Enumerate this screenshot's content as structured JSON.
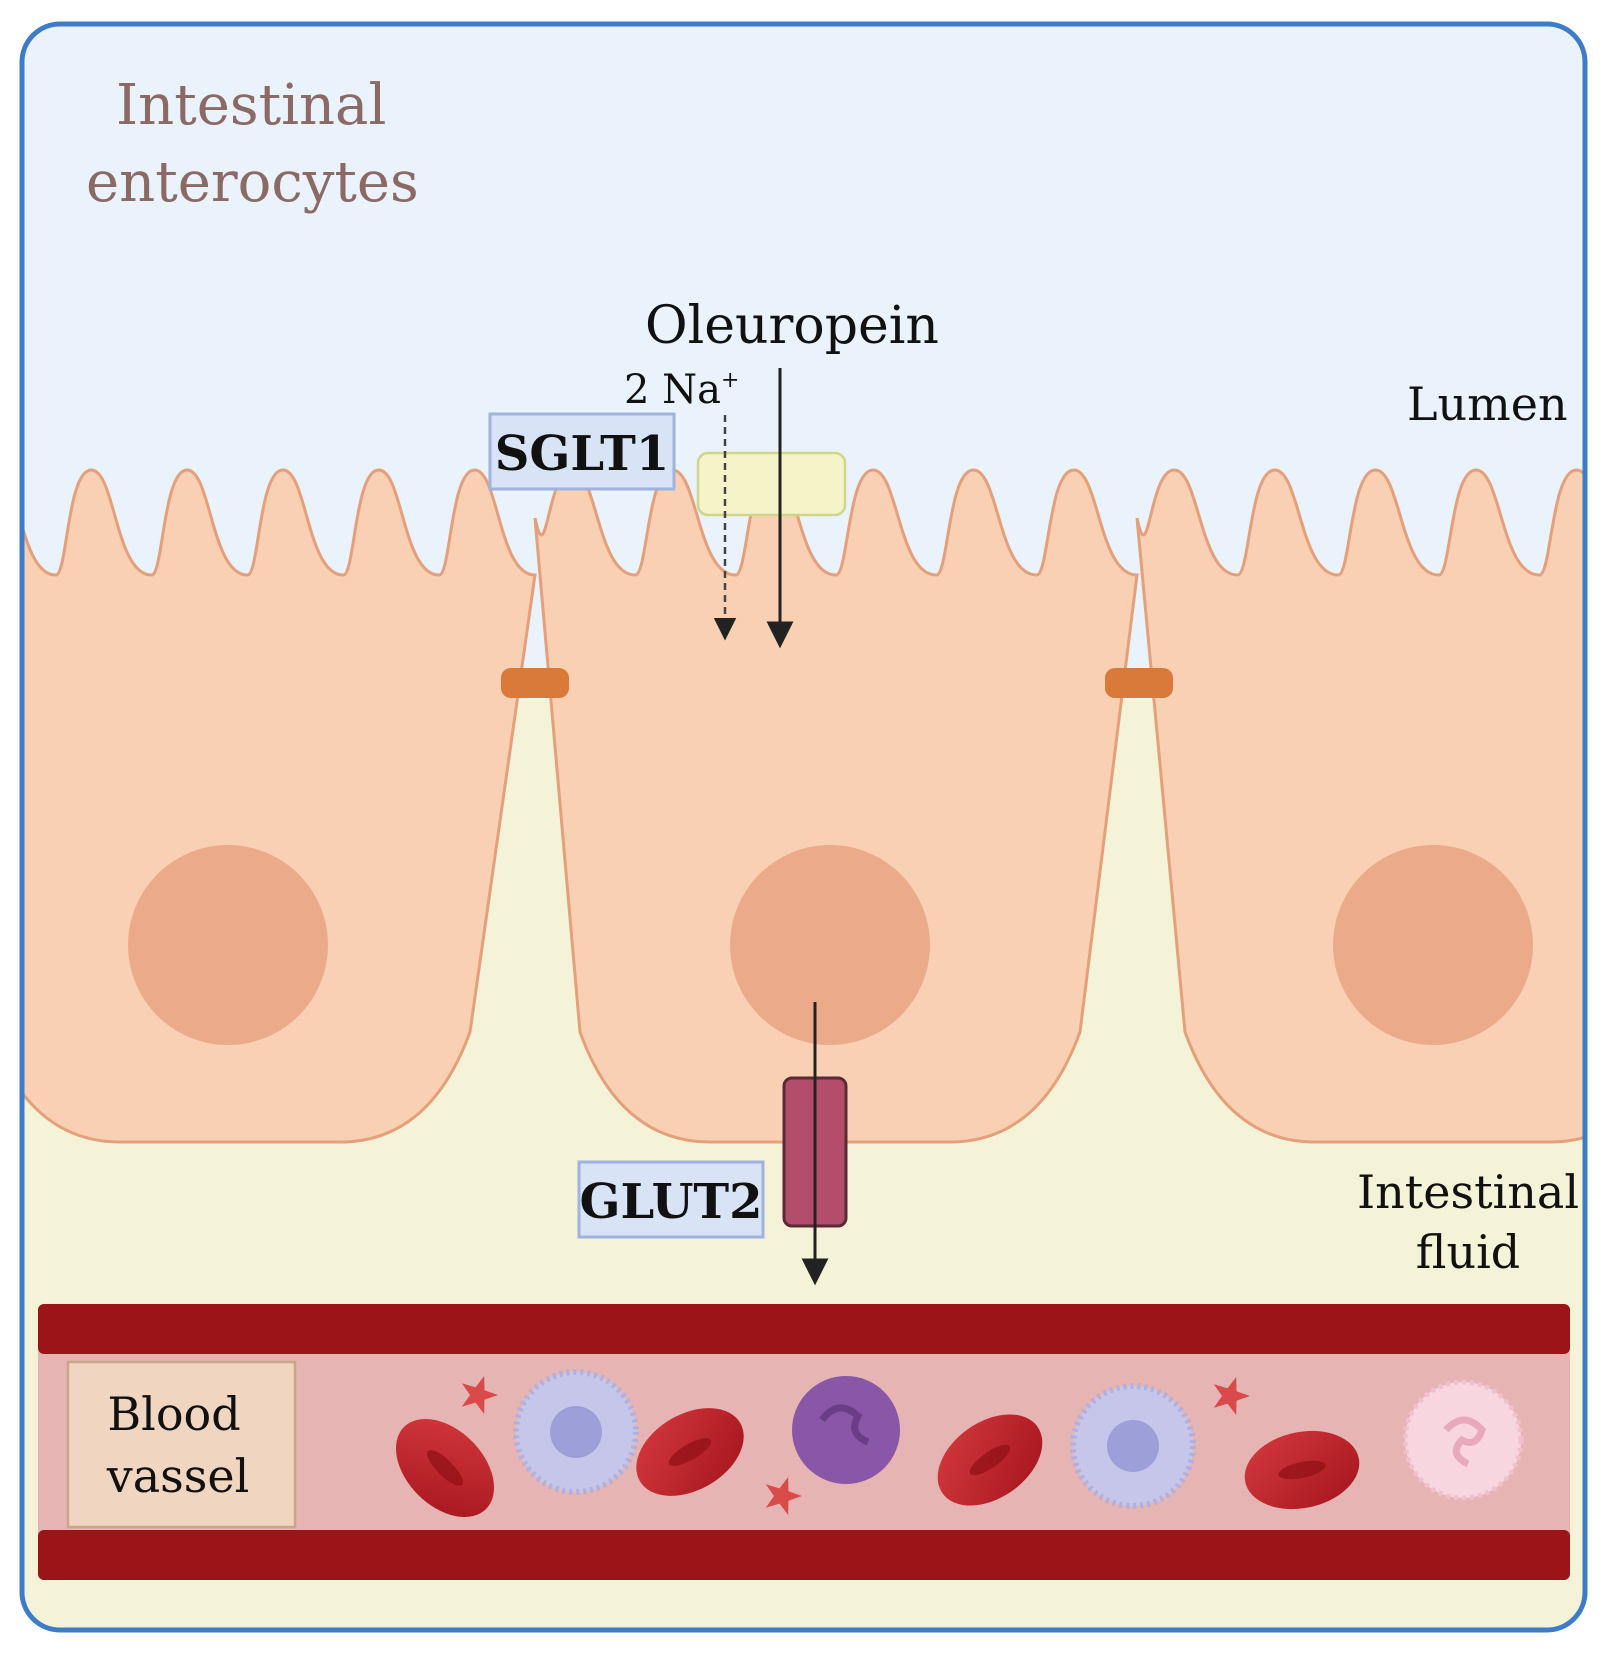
{
  "labels": {
    "title_line1": "Intestinal",
    "title_line2": "enterocytes",
    "compound": "Oleuropein",
    "ion": "2 Na",
    "ion_charge": "+",
    "lumen": "Lumen",
    "sglt1": "SGLT1",
    "glut2": "GLUT2",
    "fluid_line1": "Intestinal",
    "fluid_line2": "fluid",
    "vessel_line1": "Blood",
    "vessel_line2": "vassel"
  },
  "colors": {
    "frame_border": "#3d7cc9",
    "lumen_bg": "#eaf2fb",
    "fluid_bg": "#f5f3d7",
    "cell_fill": "#f9d0b3",
    "cell_stroke": "#e3a07b",
    "nucleus": "#ebab8b",
    "tight_junction": "#d9793a",
    "sglt1_transporter": "#f5f3c8",
    "glut2_transporter": "#b34d6b",
    "label_box": "#d9e3f6",
    "label_box_border": "#9fb3de",
    "vessel_wall": "#9b1518",
    "vessel_lumen": "#e6b4b2",
    "vessel_label_box": "#f0d6c0",
    "red_blood_cell": "#c8242b",
    "leukocyte": "#c5c6ea",
    "basophil": "#8a57a8",
    "neutrophil": "#f8d6e0",
    "platelet": "#d94a4a",
    "title_text": "#8b6a66"
  }
}
